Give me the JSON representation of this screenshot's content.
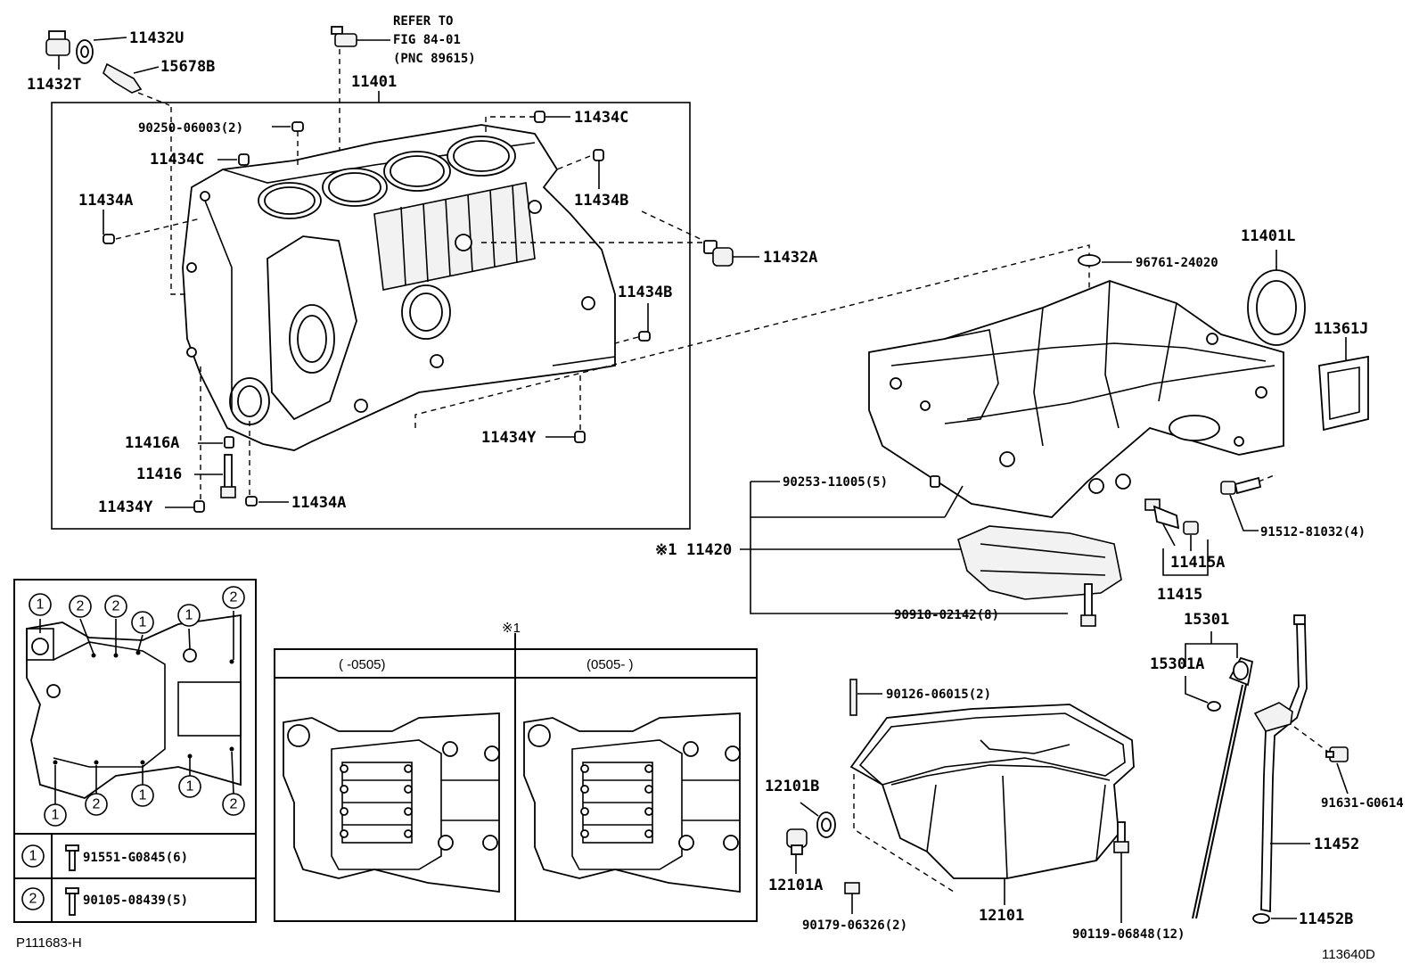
{
  "labels": {
    "p11432U": "11432U",
    "p11432T": "11432T",
    "p15678B": "15678B",
    "refer1": "REFER TO",
    "refer2": "FIG 84-01",
    "refer3": "(PNC 89615)",
    "p11401": "11401",
    "p90250": "90250-06003(2)",
    "p11434C_a": "11434C",
    "p11434C_b": "11434C",
    "p11434A_a": "11434A",
    "p11434B_a": "11434B",
    "p11432A": "11432A",
    "p11434B_b": "11434B",
    "p11416A": "11416A",
    "p11416": "11416",
    "p11434Y_a": "11434Y",
    "p11434A_b": "11434A",
    "p11434Y_b": "11434Y",
    "p96761": "96761-24020",
    "p11401L": "11401L",
    "p11361J": "11361J",
    "p90253": "90253-11005(5)",
    "p91512": "91512-81032(4)",
    "p11420": "11420",
    "p11420_mark": "※1",
    "p11415A": "11415A",
    "p11415": "11415",
    "p90910": "90910-02142(8)",
    "p15301": "15301",
    "p15301A": "15301A",
    "p90126": "90126-06015(2)",
    "p12101B": "12101B",
    "p12101A": "12101A",
    "p90179": "90179-06326(2)",
    "p12101": "12101",
    "p90119": "90119-06848(12)",
    "p91631": "91631-G0614",
    "p11452": "11452",
    "p11452B": "11452B",
    "pic_id": "P111683-H",
    "fig_id": "113640D"
  },
  "legend": {
    "c1": "1",
    "c2": "2",
    "row1_part": "91551-G0845(6)",
    "row2_part": "90105-08439(5)"
  },
  "variants": {
    "mark": "※1",
    "left_range": "(      -0505)",
    "right_range": "(0505-      )"
  }
}
